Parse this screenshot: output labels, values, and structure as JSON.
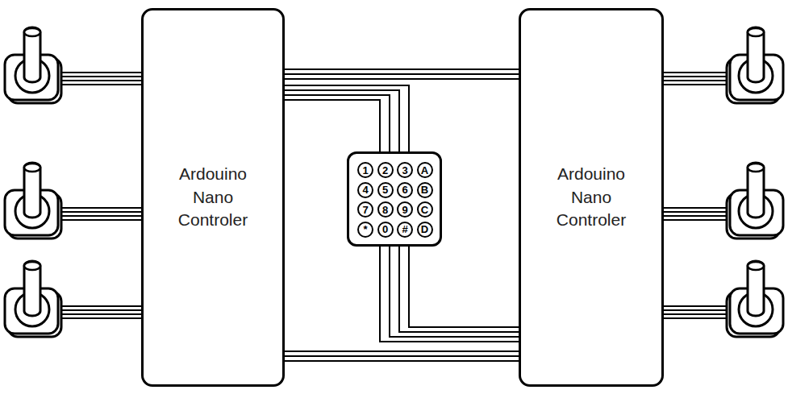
{
  "diagram": {
    "nodes": [
      {
        "text": [
          "Ardouino Nano Controler"
        ]
      },
      {
        "text": [
          "1",
          "2",
          "3",
          "A",
          "4",
          "5",
          "6",
          "B",
          "7",
          "8",
          "9",
          "C",
          "*",
          "0",
          "#",
          "D"
        ]
      },
      {
        "text": [
          "Ardouino Nano Controler"
        ]
      }
    ],
    "edges": [
      {
        "from": 0,
        "to": 2,
        "arrow": "none"
      },
      {
        "from": 0,
        "to": 1,
        "arrow": "none"
      },
      {
        "from": 1,
        "to": 2,
        "arrow": "none"
      }
    ]
  }
}
